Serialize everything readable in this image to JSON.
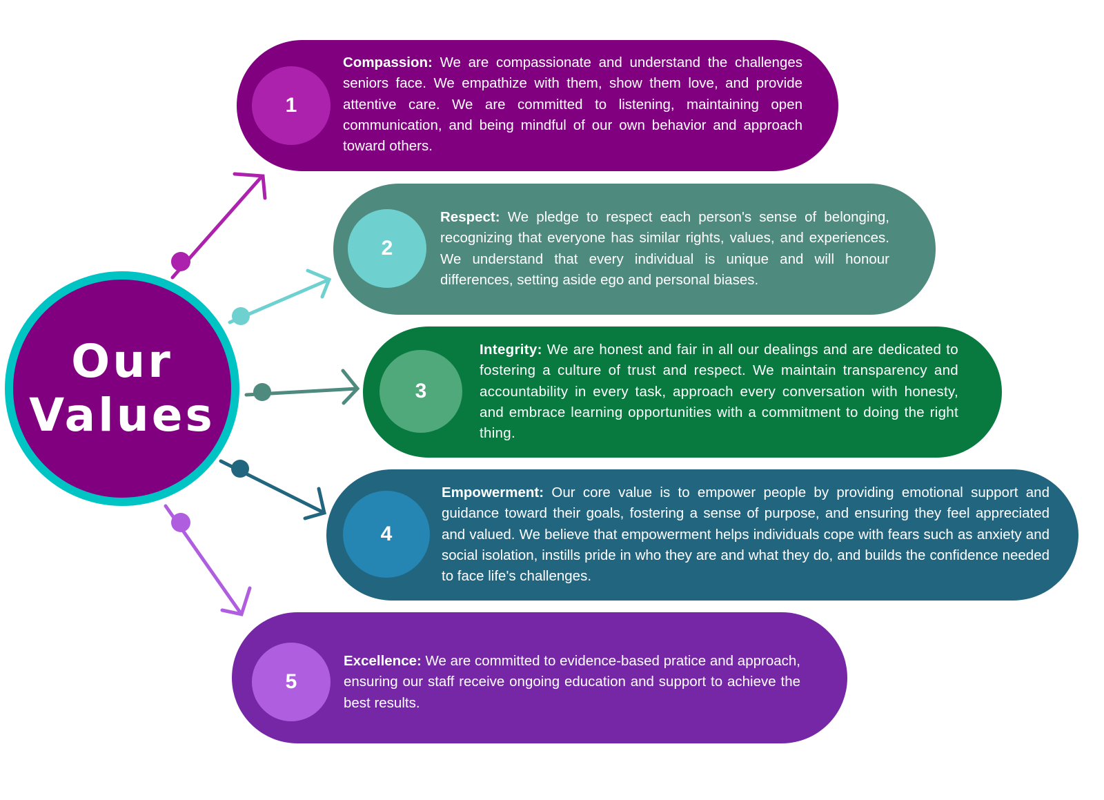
{
  "title": {
    "line1": "Our",
    "line2": "Values"
  },
  "values": [
    {
      "number": "1",
      "name": "Compassion:",
      "text": " We are compassionate and understand the challenges seniors face. We empathize with them, show them love, and provide attentive care. We are committed to listening, maintaining open communication, and being mindful of our own behavior and approach toward others.",
      "color": "#800080",
      "circle_color": "#ac22ac"
    },
    {
      "number": "2",
      "name": "Respect:",
      "text": " We pledge to respect each person's sense of belonging, recognizing that everyone has similar rights, values, and experiences. We understand that every individual is unique and will honour differences, setting aside ego and personal biases.",
      "color": "#4e8a7e",
      "circle_color": "#6fd1cf"
    },
    {
      "number": "3",
      "name": "Integrity:",
      "text": " We are honest and fair in all our dealings and are dedicated to fostering a culture of trust and respect. We maintain transparency and accountability in every task, approach every conversation with honesty, and embrace learning opportunities with a commitment to doing the right thing.",
      "color": "#087a40",
      "circle_color": "#4fa97b"
    },
    {
      "number": "4",
      "name": "Empowerment:",
      "text": " Our core value is to empower people by providing emotional support and guidance toward their goals, fostering a sense of purpose, and ensuring they feel appreciated and valued. We believe that empowerment helps individuals cope with fears such as anxiety and social isolation, instills pride in who they are and what they do, and builds the confidence needed to face life's challenges.",
      "color": "#22657f",
      "circle_color": "#2585b3"
    },
    {
      "number": "5",
      "name": "Excellence:",
      "text": " We are committed to evidence-based pratice and approach, ensuring our staff receive ongoing education and support to achieve the best results.",
      "color": "#7627a6",
      "circle_color": "#b05ee0"
    }
  ]
}
